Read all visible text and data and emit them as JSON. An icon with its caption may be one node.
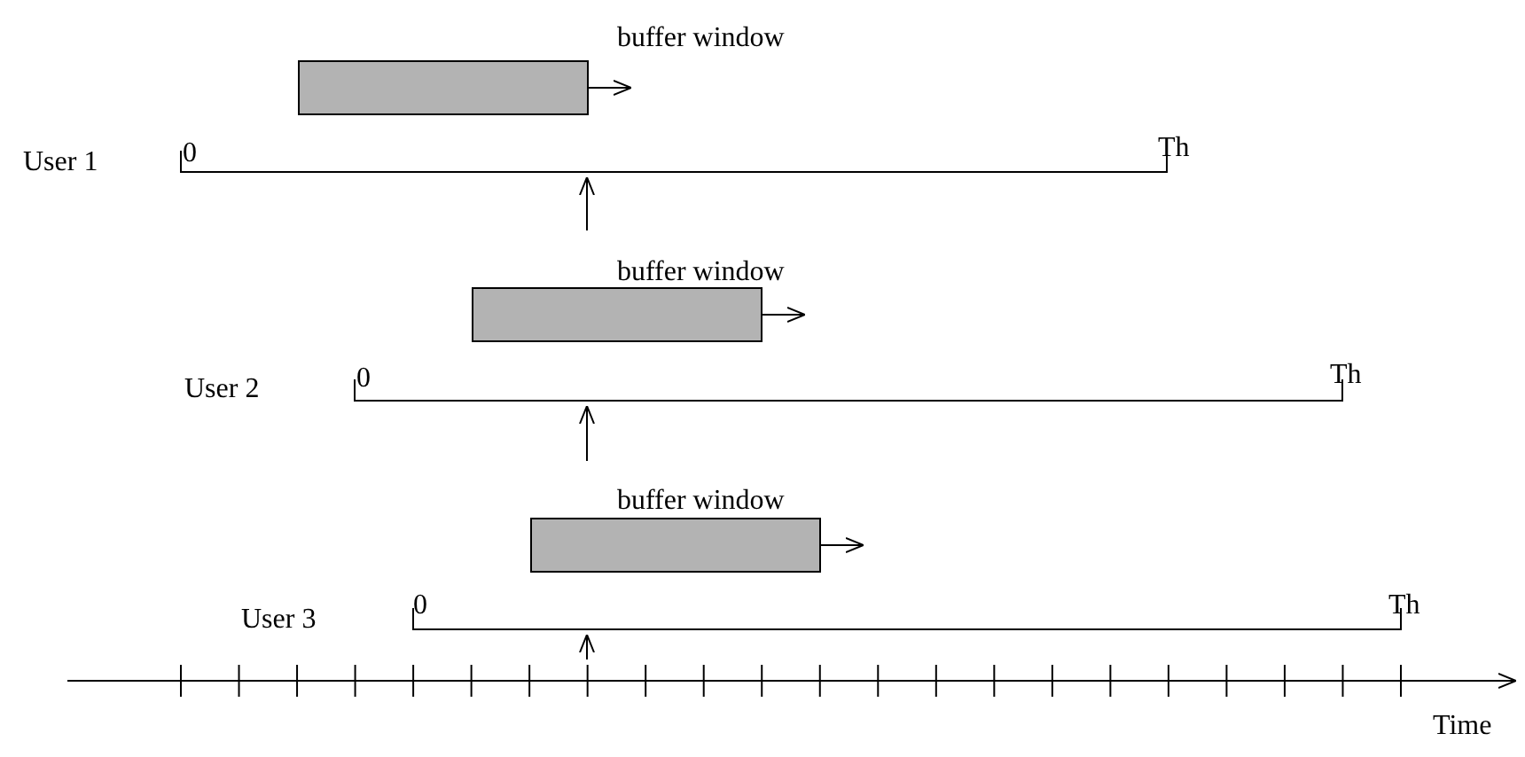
{
  "diagram": {
    "nodes": [
      {
        "text": [
          "buffer window"
        ]
      },
      {
        "text": [
          "buffer window"
        ]
      },
      {
        "text": [
          "buffer window"
        ]
      }
    ],
    "labels": [
      "User 1",
      "0",
      "Th",
      "User 2",
      "0",
      "Th",
      "User 3",
      "0",
      "Th",
      "Time"
    ]
  }
}
